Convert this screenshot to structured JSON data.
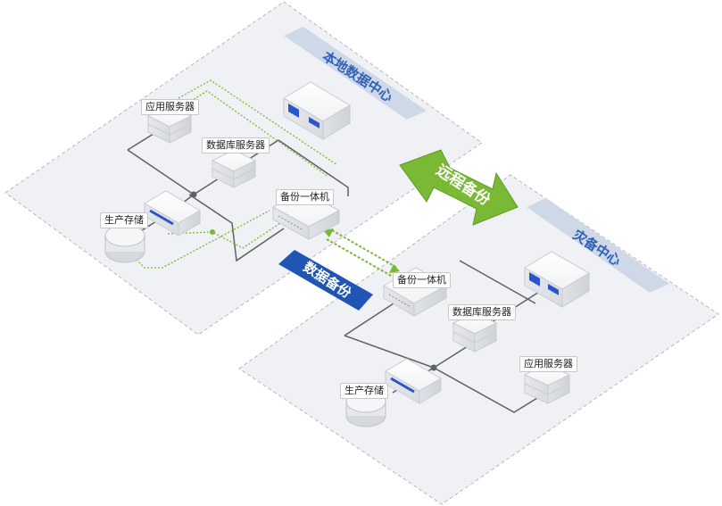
{
  "zones": {
    "local": {
      "title": "本地数据中心",
      "title_color": "#2f61b8"
    },
    "remote": {
      "title": "灾备中心",
      "title_color": "#2f61b8"
    }
  },
  "labels": {
    "local_app_server": "应用服务器",
    "local_db_server": "数据库服务器",
    "local_storage": "生产存储",
    "local_backup": "备份一体机",
    "remote_backup": "备份一体机",
    "remote_db_server": "数据库服务器",
    "remote_app_server": "应用服务器",
    "remote_storage": "生产存储"
  },
  "arrows": {
    "remote_backup": {
      "text": "远程备份",
      "color": "#7ab935"
    },
    "data_backup": {
      "text": "数据备份",
      "color": "#1f56b3"
    }
  },
  "colors": {
    "zone_fill": "#eff1f4",
    "zone_border": "#b8bcc2",
    "link_gray": "#5e6165",
    "link_green": "#7ab935",
    "device_blue": "#2a56c8"
  }
}
